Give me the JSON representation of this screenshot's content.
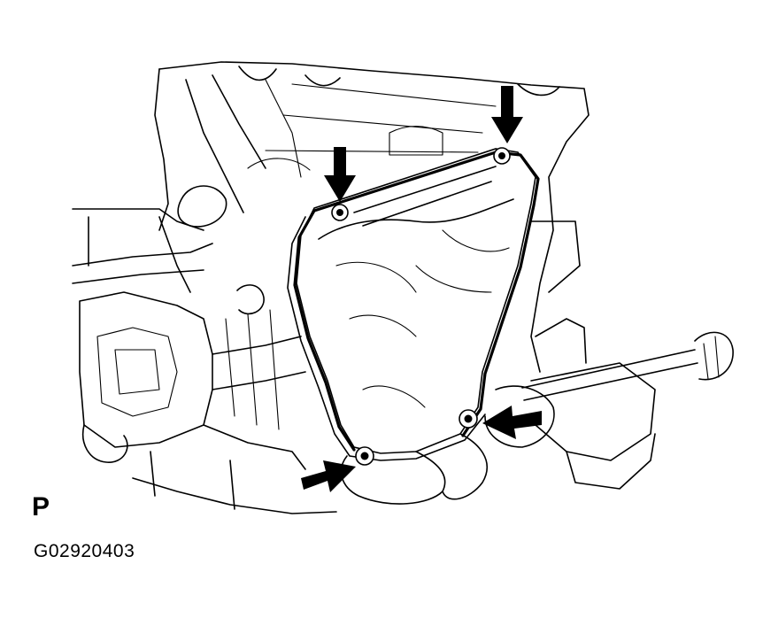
{
  "view_letter": "P",
  "figure_code": "G02920403",
  "colors": {
    "line": "#000000",
    "background": "#ffffff"
  },
  "indicators": [
    {
      "name": "arrow-down-bolt-top-left"
    },
    {
      "name": "arrow-down-bolt-top-right"
    },
    {
      "name": "arrow-left-bolt-right"
    },
    {
      "name": "arrow-right-bolt-bottom"
    }
  ]
}
